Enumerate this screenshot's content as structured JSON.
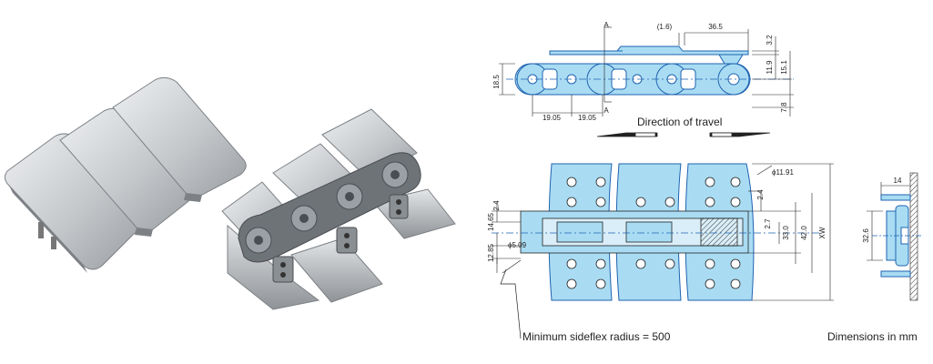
{
  "diagram": {
    "direction_label": "Direction of travel",
    "radius_label": "Minimum sideflex radius = 500",
    "units_label": "Dimensions in mm",
    "section_marker": "A",
    "colors": {
      "fill_blue": "#a9dcf3",
      "line_blue": "#1f63b0",
      "line_dark": "#222222",
      "metal_light": "#d6d8da",
      "metal_dark": "#8c9094"
    },
    "top_view_dims": {
      "overall_link": "18.5",
      "pitch_1": "19.05",
      "pitch_2": "19.05",
      "gap": "(1.6)",
      "overlap": "36.5",
      "plate_thickness": "3.2",
      "height_1": "11.9",
      "height_2": "15.1",
      "bottom": "7.8"
    },
    "plan_view_dims": {
      "hole_dia": "ϕ11.91",
      "pin_dia": "ϕ5.09",
      "d_2_4_left": "2.4",
      "d_14_65": "14.65",
      "d_12_85": "12.85",
      "d_2_4_right": "2.4",
      "d_2_7": "2.7",
      "d_33": "33.0",
      "d_42": "42.0",
      "d_xw": "XW"
    },
    "side_view_dims": {
      "d_14": "14",
      "d_32_6": "32.6"
    }
  }
}
